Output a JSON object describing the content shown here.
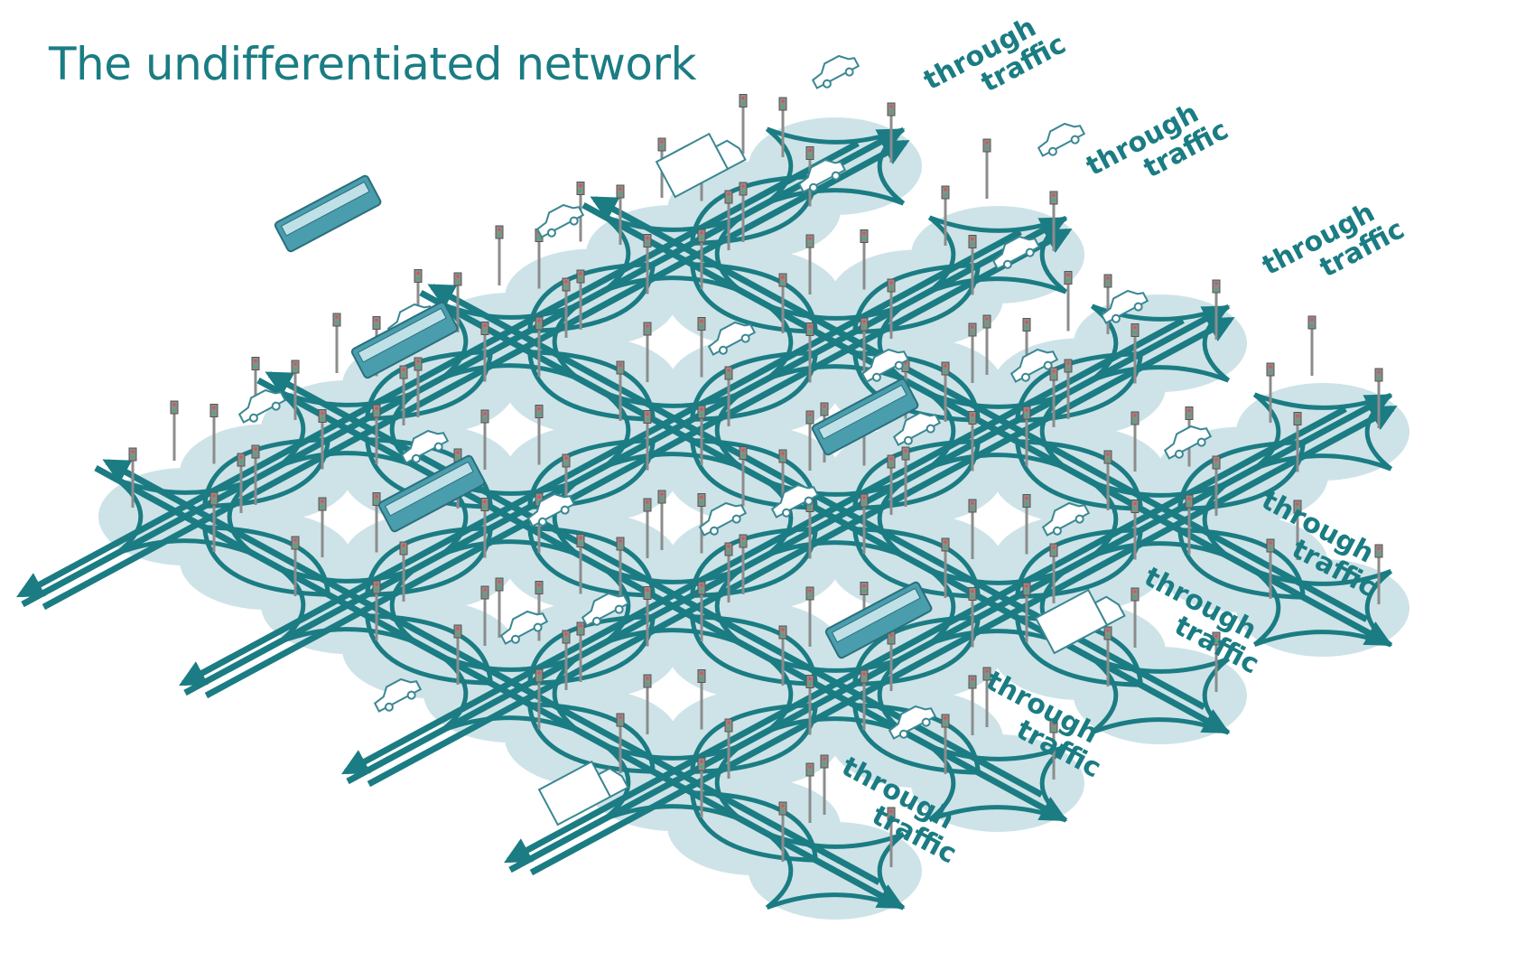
{
  "title": "The undifferentiated network",
  "labels": [
    {
      "line1": "through",
      "line2": "traffic"
    },
    {
      "line1": "through",
      "line2": "traffic"
    },
    {
      "line1": "through",
      "line2": "traffic"
    },
    {
      "line1": "through",
      "line2": "traffic"
    },
    {
      "line1": "through",
      "line2": "traffic"
    },
    {
      "line1": "through",
      "line2": "traffic"
    },
    {
      "line1": "through",
      "line2": "traffic"
    }
  ],
  "colors": {
    "road": "#1b7c83",
    "junction_fill": "#cde3e8",
    "bus": "#4a9dad",
    "text": "#1b7c83",
    "vehicle_outline": "#3a8793",
    "pole": "#8c8c8c"
  }
}
